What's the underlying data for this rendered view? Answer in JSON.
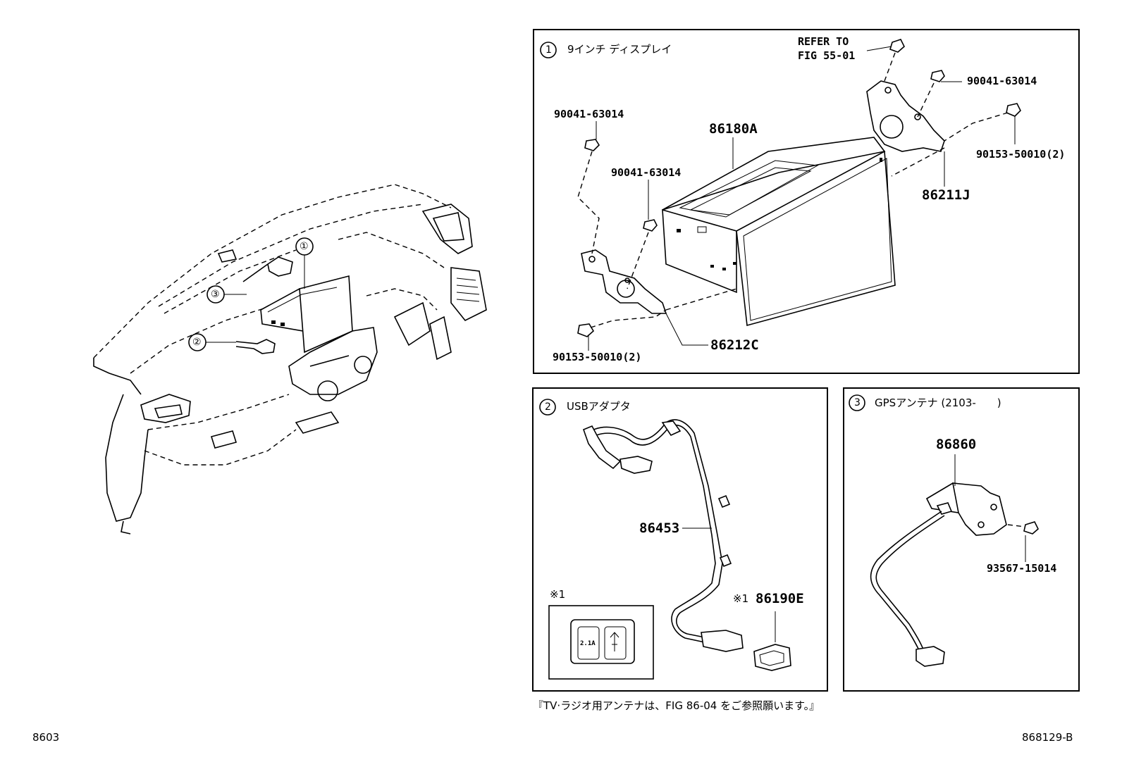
{
  "overview": {
    "callouts": [
      "①",
      "②",
      "③"
    ]
  },
  "panel1": {
    "number": "1",
    "title": "9インチ ディスプレイ",
    "refer_line1": "REFER TO",
    "refer_line2": "FIG 55-01",
    "parts": {
      "display": "86180A",
      "bracket_right": "86211J",
      "bracket_left": "86212C",
      "screw_top_right": "90041-63014",
      "screw_left_top": "90041-63014",
      "screw_left_mid": "90041-63014",
      "bolt_right": "90153-50010(2)",
      "bolt_left": "90153-50010(2)"
    }
  },
  "panel2": {
    "number": "2",
    "title": "USBアダプタ",
    "parts": {
      "cable": "86453",
      "socket_mark": "※1",
      "socket": "86190E"
    },
    "inset_mark": "※1",
    "inset_text": "2.1A"
  },
  "panel3": {
    "number": "3",
    "title": "GPSアンテナ (2103-　　)",
    "parts": {
      "antenna": "86860",
      "screw": "93567-15014"
    }
  },
  "footnote": "『TV·ラジオ用アンテナは、FIG 86-04 をご参照願います。』",
  "page_code_left": "8603",
  "page_code_right": "868129-B"
}
